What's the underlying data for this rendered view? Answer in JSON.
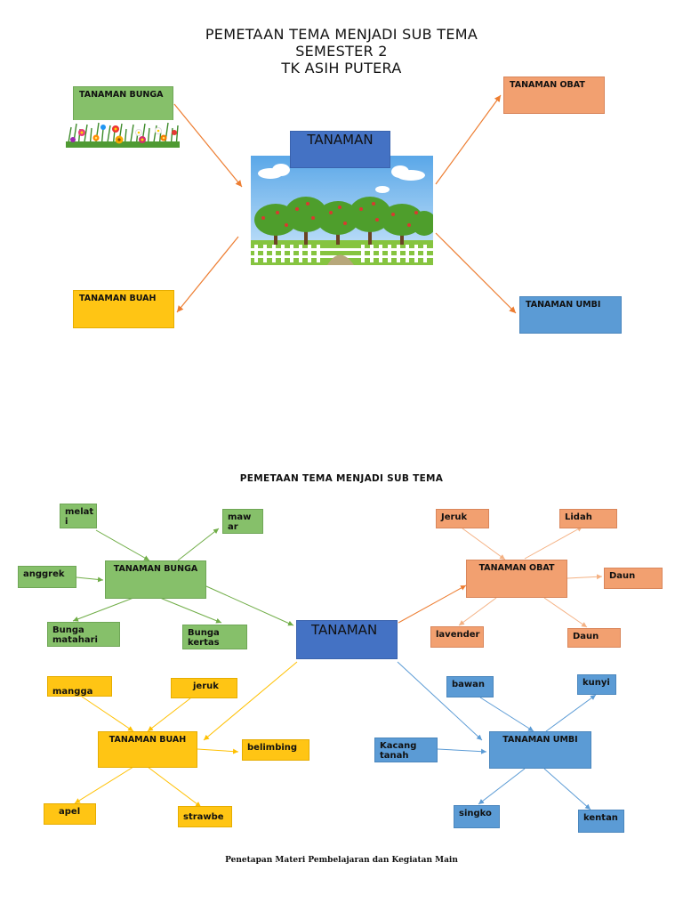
{
  "page": {
    "title_line1": "PEMETAAN TEMA MENJADI SUB TEMA",
    "title_line2": "SEMESTER 2",
    "title_line3": "TK ASIH PUTERA",
    "subtitle": "PEMETAAN TEMA MENJADI SUB TEMA",
    "footer": "Penetapan Materi Pembelajaran dan Kegiatan Main"
  },
  "diagram1": {
    "center": "TANAMAN",
    "bunga": "TANAMAN BUNGA",
    "obat": "TANAMAN OBAT",
    "buah": "TANAMAN BUAH",
    "umbi": "TANAMAN UMBI"
  },
  "diagram2": {
    "center": "TANAMAN",
    "bunga": {
      "label": "TANAMAN BUNGA",
      "items": [
        "melat i",
        "maw ar",
        "anggrek",
        "Bunga matahari",
        "Bunga kertas"
      ]
    },
    "obat": {
      "label": "TANAMAN OBAT",
      "items": [
        "Jeruk",
        "Lidah",
        "Daun",
        "lavender",
        "Daun"
      ]
    },
    "buah": {
      "label": "TANAMAN BUAH",
      "items": [
        "mangga",
        "jeruk",
        "belimbing",
        "apel",
        "strawbe"
      ]
    },
    "umbi": {
      "label": "TANAMAN UMBI",
      "items": [
        "bawan",
        "kunyi",
        "Kacang tanah",
        "singko",
        "kentan"
      ]
    }
  },
  "colors": {
    "green": "#86c06a",
    "orange": "#f2a070",
    "yellow": "#ffc514",
    "blue": "#5b9bd5",
    "navy": "#4472c4"
  }
}
